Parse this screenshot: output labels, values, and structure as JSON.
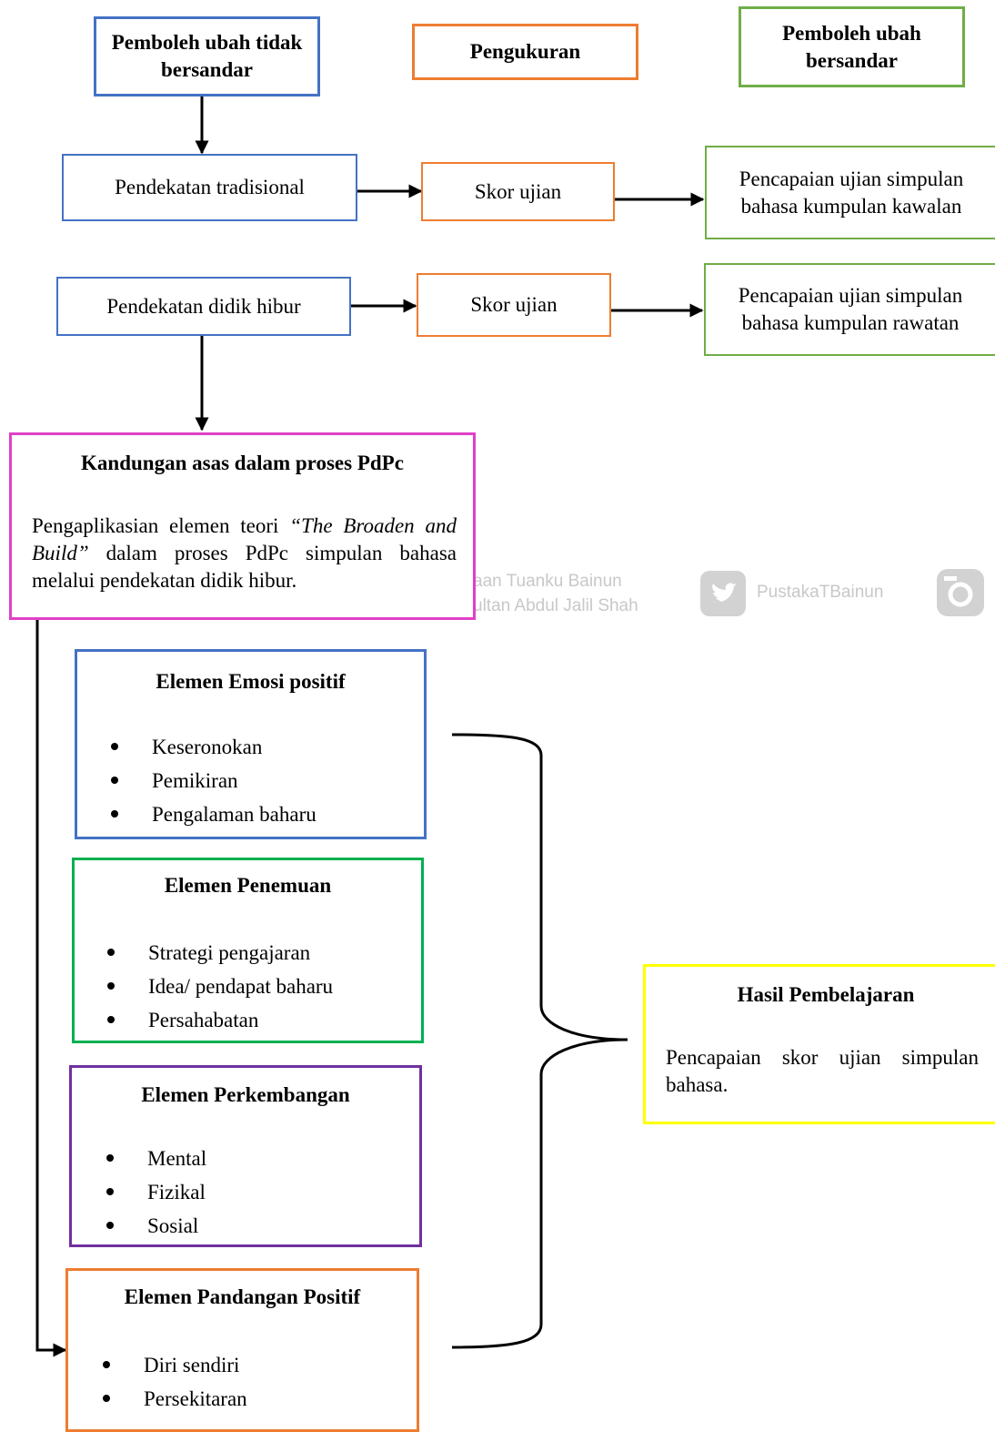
{
  "colors": {
    "blue": "#4472c4",
    "orange": "#ed7d31",
    "green": "#70ad47",
    "magenta": "#e040c8",
    "bright_green": "#00b050",
    "purple": "#7030a0",
    "yellow": "#ffff00",
    "watermark": "#c8c8c8"
  },
  "headers": {
    "independent": "Pemboleh ubah tidak bersandar",
    "measurement": "Pengukuran",
    "dependent": "Pemboleh ubah bersandar"
  },
  "rows": [
    {
      "approach": "Pendekatan tradisional",
      "measure": "Skor ujian",
      "result": "Pencapaian ujian simpulan bahasa kumpulan kawalan"
    },
    {
      "approach": "Pendekatan didik hibur",
      "measure": "Skor ujian",
      "result": "Pencapaian ujian simpulan bahasa kumpulan rawatan"
    }
  ],
  "content": {
    "title": "Kandungan asas dalam proses PdPc",
    "text_before": "Pengaplikasian elemen teori ",
    "text_italic": "“The Broaden and Build”",
    "text_after": " dalam proses PdPc simpulan bahasa melalui pendekatan didik hibur."
  },
  "elements": [
    {
      "title": "Elemen Emosi positif",
      "items": [
        "Keseronokan",
        "Pemikiran",
        "Pengalaman baharu"
      ]
    },
    {
      "title": "Elemen Penemuan",
      "items": [
        "Strategi pengajaran",
        "Idea/ pendapat baharu",
        "Persahabatan"
      ]
    },
    {
      "title": "Elemen Perkembangan",
      "items": [
        "Mental",
        "Fizikal",
        "Sosial"
      ]
    },
    {
      "title": "Elemen Pandangan Positif",
      "items": [
        "Diri sendiri",
        "Persekitaran"
      ]
    }
  ],
  "outcome": {
    "title": "Hasil Pembelajaran",
    "text": "Pencapaian skor ujian simpulan bahasa."
  },
  "watermark": {
    "text1": "aan Tuanku Bainun",
    "text2": "ultan Abdul Jalil Shah",
    "handle": "PustakaTBainun"
  }
}
